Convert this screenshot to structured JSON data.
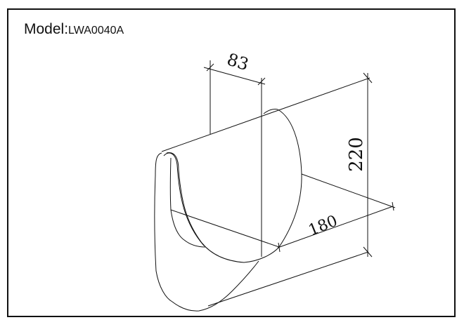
{
  "model": {
    "label": "Model:",
    "value": "LWA0040A"
  },
  "dimensions": {
    "depth": "83",
    "height": "220",
    "width": "180"
  },
  "colors": {
    "line": "#111111",
    "background": "#ffffff"
  }
}
